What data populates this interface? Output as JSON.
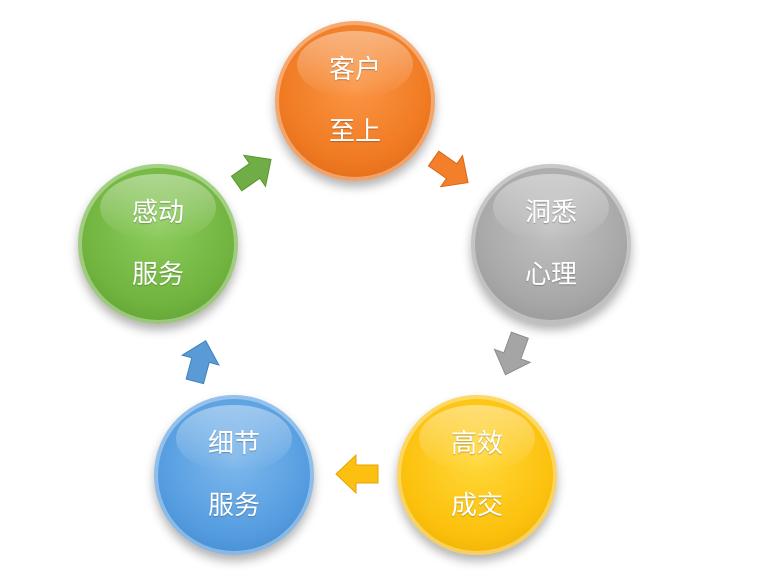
{
  "diagram": {
    "nodes": [
      {
        "id": "top",
        "line1": "客户",
        "line2": "至上",
        "color": "#f47f2a"
      },
      {
        "id": "right",
        "line1": "洞悉",
        "line2": "心理",
        "color": "#a5a5a5"
      },
      {
        "id": "bright",
        "line1": "高效",
        "line2": "成交",
        "color": "#fdc010"
      },
      {
        "id": "bleft",
        "line1": "细节",
        "line2": "服务",
        "color": "#5b9bd5"
      },
      {
        "id": "left",
        "line1": "感动",
        "line2": "服务",
        "color": "#70ad47"
      }
    ],
    "arrows": [
      {
        "from": "top",
        "to": "right",
        "color": "#f47f2a"
      },
      {
        "from": "right",
        "to": "bright",
        "color": "#a5a5a5"
      },
      {
        "from": "bright",
        "to": "bleft",
        "color": "#fdc010"
      },
      {
        "from": "bleft",
        "to": "left",
        "color": "#5b9bd5"
      },
      {
        "from": "left",
        "to": "top",
        "color": "#70ad47"
      }
    ]
  }
}
